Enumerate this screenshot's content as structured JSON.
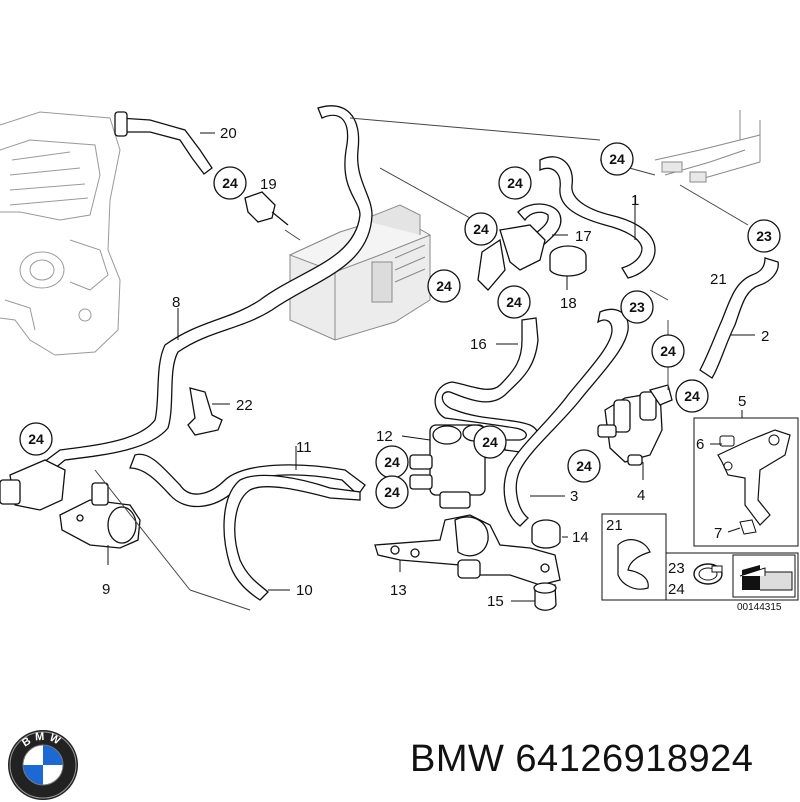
{
  "diagram": {
    "part_labels": [
      "1",
      "2",
      "3",
      "4",
      "5",
      "6",
      "7",
      "8",
      "9",
      "10",
      "11",
      "12",
      "13",
      "14",
      "15",
      "16",
      "17",
      "18",
      "19",
      "20",
      "21",
      "22",
      "23",
      "24"
    ],
    "circled_label": "24",
    "circled_label_alt": "23",
    "legend_labels": [
      "21",
      "23",
      "24"
    ],
    "drawing_code": "00144315"
  },
  "logo": {
    "text": "BMW"
  },
  "footer": {
    "part_number": "BMW 64126918924"
  }
}
